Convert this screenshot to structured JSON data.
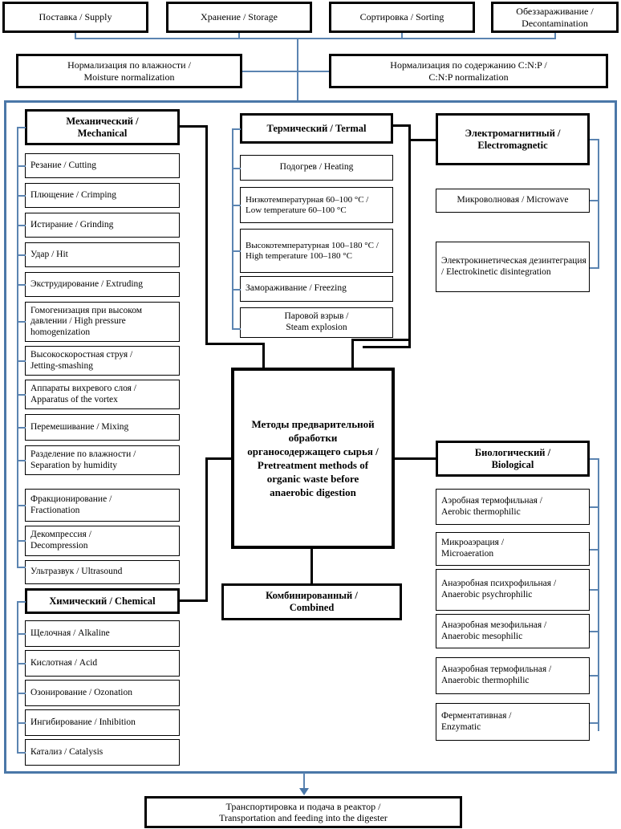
{
  "diagram": {
    "title_center": "Методы предварительной обработки органосодержащего сырья /\nPretreatment methods of organic waste before anaerobic digestion",
    "colors": {
      "accent_blue": "#4a77a8",
      "connector_blue": "#5b84b1",
      "box_border": "#000000",
      "background": "#ffffff"
    }
  },
  "top_row": [
    {
      "label": "Поставка / Supply"
    },
    {
      "label": "Хранение / Storage"
    },
    {
      "label": "Сортировка / Sorting"
    },
    {
      "label": "Обеззараживание /\nDecontamination"
    }
  ],
  "normalization_row": [
    {
      "label": "Нормализация по влажности /\nMoisture normalization"
    },
    {
      "label": "Нормализация по содержанию C:N:P /\nC:N:P normalization"
    }
  ],
  "center": {
    "label": "Методы предварительной обработки органосодержащего сырья / Pretreatment methods of organic waste before anaerobic digestion"
  },
  "combined": {
    "label": "Комбинированный /\nCombined"
  },
  "groups": {
    "mechanical": {
      "header": "Механический /\nMechanical",
      "items": [
        {
          "label": "Резание / Cutting"
        },
        {
          "label": "Плющение / Crimping"
        },
        {
          "label": "Истирание / Grinding"
        },
        {
          "label": "Удар / Hit"
        },
        {
          "label": "Экструдирование / Extruding"
        },
        {
          "label": "Гомогенизация при высоком давлении / High pressure homogenization"
        },
        {
          "label": "Высокоскоростная струя /\nJetting-smashing"
        },
        {
          "label": "Аппараты вихревого слоя /\nApparatus of the vortex"
        },
        {
          "label": "Перемешивание / Mixing"
        },
        {
          "label": "Разделение по влажности /\nSeparation by humidity"
        },
        {
          "label": "Фракционирование /\nFractionation"
        },
        {
          "label": "Декомпрессия /\nDecompression"
        },
        {
          "label": "Ультразвук / Ultrasound"
        }
      ]
    },
    "chemical": {
      "header": "Химический / Chemical",
      "items": [
        {
          "label": "Щелочная / Alkaline"
        },
        {
          "label": "Кислотная / Acid"
        },
        {
          "label": "Озонирование / Ozonation"
        },
        {
          "label": "Ингибирование / Inhibition"
        },
        {
          "label": "Катализ / Catalysis"
        }
      ]
    },
    "thermal": {
      "header": "Термический / Termal",
      "items": [
        {
          "label": "Подогрев / Heating"
        },
        {
          "label": "Низкотемпературная  60–100 °C /\nLow temperature 60–100 °C"
        },
        {
          "label": "Высокотемпературная 100–180 °C / High temperature 100–180 °C"
        },
        {
          "label": "Замораживание / Freezing"
        },
        {
          "label": "Паровой взрыв /\nSteam explosion"
        }
      ]
    },
    "electromagnetic": {
      "header": "Электромагнитный /\nElectromagnetic",
      "items": [
        {
          "label": "Микроволновая / Microwave"
        },
        {
          "label": "Электрокинетическая дезинтеграция /\nElectrokinetic disintegration"
        }
      ]
    },
    "biological": {
      "header": "Биологический /\nBiological",
      "items": [
        {
          "label": "Аэробная термофильная /\nAerobic thermophilic"
        },
        {
          "label": "Микроаэрация /\nMicroaeration"
        },
        {
          "label": "Анаэробная психрофильная /\nAnaerobic psychrophilic"
        },
        {
          "label": "Анаэробная мезофильная /\nAnaerobic mesophilic"
        },
        {
          "label": "Анаэробная термофильная /\nAnaerobic thermophilic"
        },
        {
          "label": "Ферментативная /\nEnzymatic"
        }
      ]
    }
  },
  "bottom": {
    "label": "Транспортировка и подача в реактор /\nTransportation and feeding into the digester"
  }
}
